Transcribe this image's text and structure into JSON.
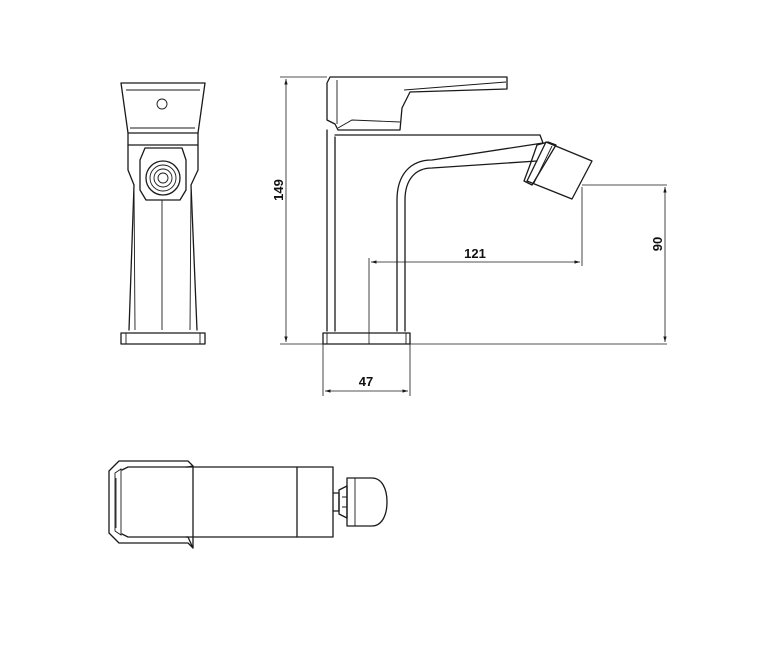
{
  "dimensions": {
    "height_total": "149",
    "spout_height": "90",
    "spout_reach": "121",
    "base_width": "47"
  },
  "views": [
    "side-view-left",
    "front-elevation",
    "top-plan-view"
  ],
  "colors": {
    "line": "#1a1a1a",
    "background": "#ffffff"
  }
}
